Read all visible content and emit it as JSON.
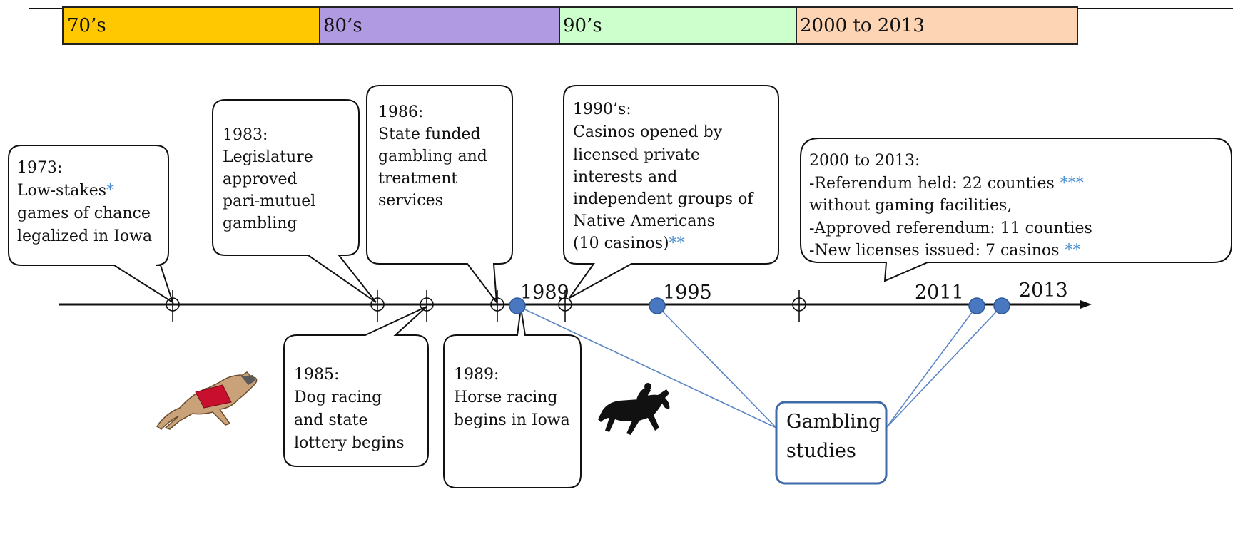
{
  "eras": [
    {
      "label": "70’s",
      "color": "#ffc800"
    },
    {
      "label": "80’s",
      "color": "#b09be3"
    },
    {
      "label": "90’s",
      "color": "#ccffcc"
    },
    {
      "label": "2000 to 2013",
      "color": "#fdd4b4"
    }
  ],
  "events": [
    {
      "lines": [
        "1973:",
        "Low-stakes",
        "games of chance",
        "legalized in Iowa"
      ],
      "star_line": 1,
      "star": "*"
    },
    {
      "lines": [
        "1983:",
        "Legislature",
        "approved",
        "pari-mutuel",
        "gambling"
      ]
    },
    {
      "lines": [
        "1986:",
        "State funded",
        "gambling and",
        "treatment",
        "services"
      ]
    },
    {
      "lines": [
        "1990’s:",
        "Casinos opened by",
        "licensed private",
        "interests and",
        "independent groups of",
        "Native Americans",
        "(10 casinos)"
      ],
      "star_line": 6,
      "star": "**"
    },
    {
      "lines": [
        "2000 to 2013:",
        "-Referendum held: 22 counties",
        "without gaming facilities,",
        "-Approved referendum: 11 counties",
        "-New licenses issued: 7 casinos"
      ],
      "star_lines": {
        "1": "***",
        "4": "**"
      }
    },
    {
      "lines": [
        "1985:",
        "Dog racing",
        "and state",
        "lottery begins"
      ]
    },
    {
      "lines": [
        "1989:",
        "Horse racing",
        "begins in Iowa"
      ]
    }
  ],
  "year_labels": [
    "1989",
    "1995",
    "2011",
    "2013"
  ],
  "studies_box": {
    "lines": [
      "Gambling",
      "studies"
    ]
  },
  "colors": {
    "study_marker": "#4a78c0",
    "study_line": "#5b86c4",
    "star": "#4a8fd0"
  },
  "icons": [
    "greyhound-icon",
    "horse-jockey-icon"
  ]
}
